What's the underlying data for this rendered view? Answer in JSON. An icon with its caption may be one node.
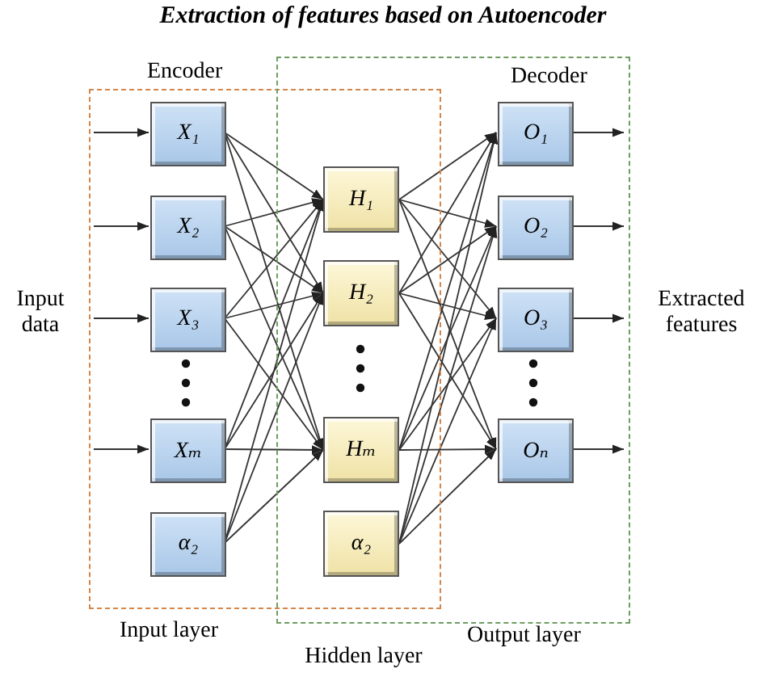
{
  "diagram": {
    "title": "Extraction of features based on Autoencoder",
    "nodes": [
      {
        "text": [
          "Encoder",
          "Input layer"
        ]
      },
      {
        "text": [
          "X₁"
        ],
        "in": 0
      },
      {
        "text": [
          "X₂"
        ],
        "in": 0
      },
      {
        "text": [
          "X₃"
        ],
        "in": 0
      },
      {
        "text": [
          "Xₘ"
        ],
        "in": 0
      },
      {
        "text": [
          "α₂"
        ],
        "in": 0
      },
      {
        "text": [
          "H₁"
        ]
      },
      {
        "text": [
          "H₂"
        ]
      },
      {
        "text": [
          "Hₘ"
        ]
      },
      {
        "text": [
          "α₂"
        ]
      },
      {
        "text": [
          "Decoder",
          "Output layer"
        ]
      },
      {
        "text": [
          "O₁"
        ],
        "in": 10
      },
      {
        "text": [
          "O₂"
        ],
        "in": 10
      },
      {
        "text": [
          "O₃"
        ],
        "in": 10
      },
      {
        "text": [
          "Oₙ"
        ],
        "in": 10
      }
    ],
    "edges": [
      {
        "from": null,
        "to": 1,
        "arrow": "to"
      },
      {
        "from": null,
        "to": 2,
        "arrow": "to"
      },
      {
        "from": null,
        "to": 3,
        "arrow": "to"
      },
      {
        "from": null,
        "to": 4,
        "arrow": "to"
      },
      {
        "from": 1,
        "to": 6,
        "arrow": "to"
      },
      {
        "from": 1,
        "to": 7,
        "arrow": "to"
      },
      {
        "from": 1,
        "to": 8,
        "arrow": "to"
      },
      {
        "from": 2,
        "to": 6,
        "arrow": "to"
      },
      {
        "from": 2,
        "to": 7,
        "arrow": "to"
      },
      {
        "from": 2,
        "to": 8,
        "arrow": "to"
      },
      {
        "from": 3,
        "to": 6,
        "arrow": "to"
      },
      {
        "from": 3,
        "to": 7,
        "arrow": "to"
      },
      {
        "from": 3,
        "to": 8,
        "arrow": "to"
      },
      {
        "from": 4,
        "to": 6,
        "arrow": "to"
      },
      {
        "from": 4,
        "to": 7,
        "arrow": "to"
      },
      {
        "from": 4,
        "to": 8,
        "arrow": "to"
      },
      {
        "from": 5,
        "to": 6,
        "arrow": "to"
      },
      {
        "from": 5,
        "to": 7,
        "arrow": "to"
      },
      {
        "from": 5,
        "to": 8,
        "arrow": "to"
      },
      {
        "from": 6,
        "to": 11,
        "arrow": "to"
      },
      {
        "from": 6,
        "to": 12,
        "arrow": "to"
      },
      {
        "from": 6,
        "to": 13,
        "arrow": "to"
      },
      {
        "from": 6,
        "to": 14,
        "arrow": "to"
      },
      {
        "from": 7,
        "to": 11,
        "arrow": "to"
      },
      {
        "from": 7,
        "to": 12,
        "arrow": "to"
      },
      {
        "from": 7,
        "to": 13,
        "arrow": "to"
      },
      {
        "from": 7,
        "to": 14,
        "arrow": "to"
      },
      {
        "from": 8,
        "to": 11,
        "arrow": "to"
      },
      {
        "from": 8,
        "to": 12,
        "arrow": "to"
      },
      {
        "from": 8,
        "to": 13,
        "arrow": "to"
      },
      {
        "from": 8,
        "to": 14,
        "arrow": "to"
      },
      {
        "from": 9,
        "to": 11,
        "arrow": "to"
      },
      {
        "from": 9,
        "to": 12,
        "arrow": "to"
      },
      {
        "from": 9,
        "to": 13,
        "arrow": "to"
      },
      {
        "from": 9,
        "to": 14,
        "arrow": "to"
      },
      {
        "from": 11,
        "to": null,
        "arrow": "to"
      },
      {
        "from": 12,
        "to": null,
        "arrow": "to"
      },
      {
        "from": 13,
        "to": null,
        "arrow": "to"
      },
      {
        "from": 14,
        "to": null,
        "arrow": "to"
      }
    ],
    "labels": [
      "Input data",
      "Extracted features",
      "Hidden layer"
    ]
  }
}
